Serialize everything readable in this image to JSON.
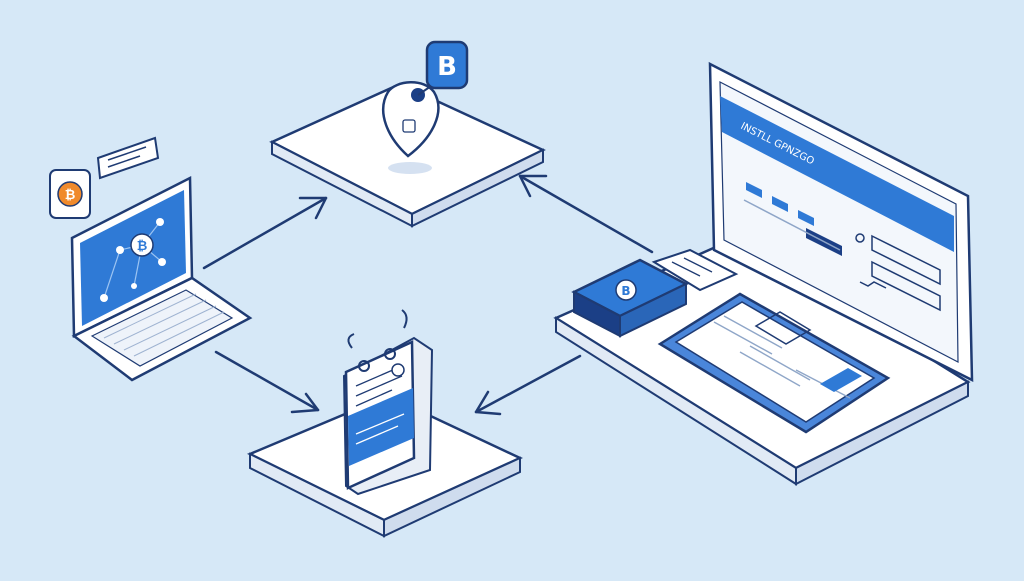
{
  "colors": {
    "background": "#d6e8f7",
    "outline": "#1f3b73",
    "accent_blue": "#2f7ad6",
    "dark_blue": "#1b3f86",
    "white": "#ffffff",
    "orange": "#f08a2b",
    "light_gray": "#e8eef6"
  },
  "icons": {
    "token_top": "B",
    "token_laptop": "₿",
    "coin_left": "₿",
    "card_device": "B"
  },
  "monitor": {
    "header_label": "INSTLL GPNZGO"
  },
  "arrows": [
    {
      "name": "laptop-to-top-platform",
      "direction": "up-right"
    },
    {
      "name": "laptop-to-bottom-platform",
      "direction": "down-right"
    },
    {
      "name": "station-to-top-platform",
      "direction": "up-left"
    },
    {
      "name": "station-to-bottom-platform",
      "direction": "down-left"
    }
  ]
}
